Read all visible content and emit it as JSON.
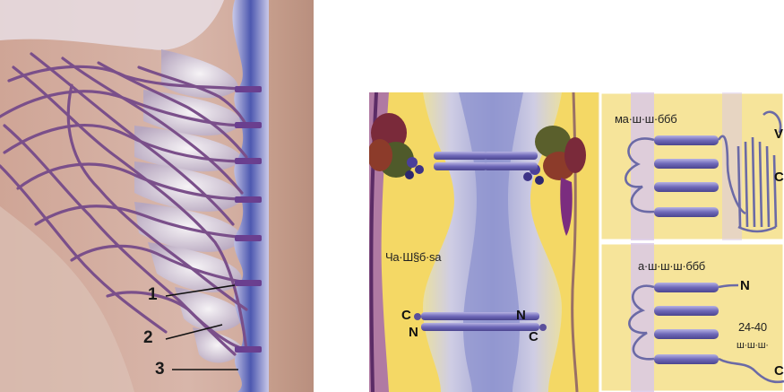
{
  "left_panel": {
    "callouts": [
      {
        "label": "1"
      },
      {
        "label": "2"
      },
      {
        "label": "3"
      }
    ]
  },
  "right_panel": {
    "left_region_label": "Ча·Ш§б·ѕа",
    "left_bottom_terminals": {
      "c_left": "C",
      "n_left": "N",
      "n_right": "N",
      "c_right": "C"
    },
    "top_right_label": "ма·ш·ш·ббб",
    "top_right_side": {
      "first": "V",
      "second": "C"
    },
    "bottom_right_label": "а·ш·ш·ш·ббб",
    "bottom_right_terminal": "N",
    "bottom_right_side": {
      "number": "24-40",
      "sub": "ш·ш·ш·",
      "c": "C"
    }
  },
  "colors": {
    "membrane_purple": "#6a3f8f",
    "fiber_purple": "#7a4f8a",
    "cleft_blue": "#5a63b8",
    "band_yellow": "#f2d35a",
    "tissue_pink": "#cfa79a"
  }
}
